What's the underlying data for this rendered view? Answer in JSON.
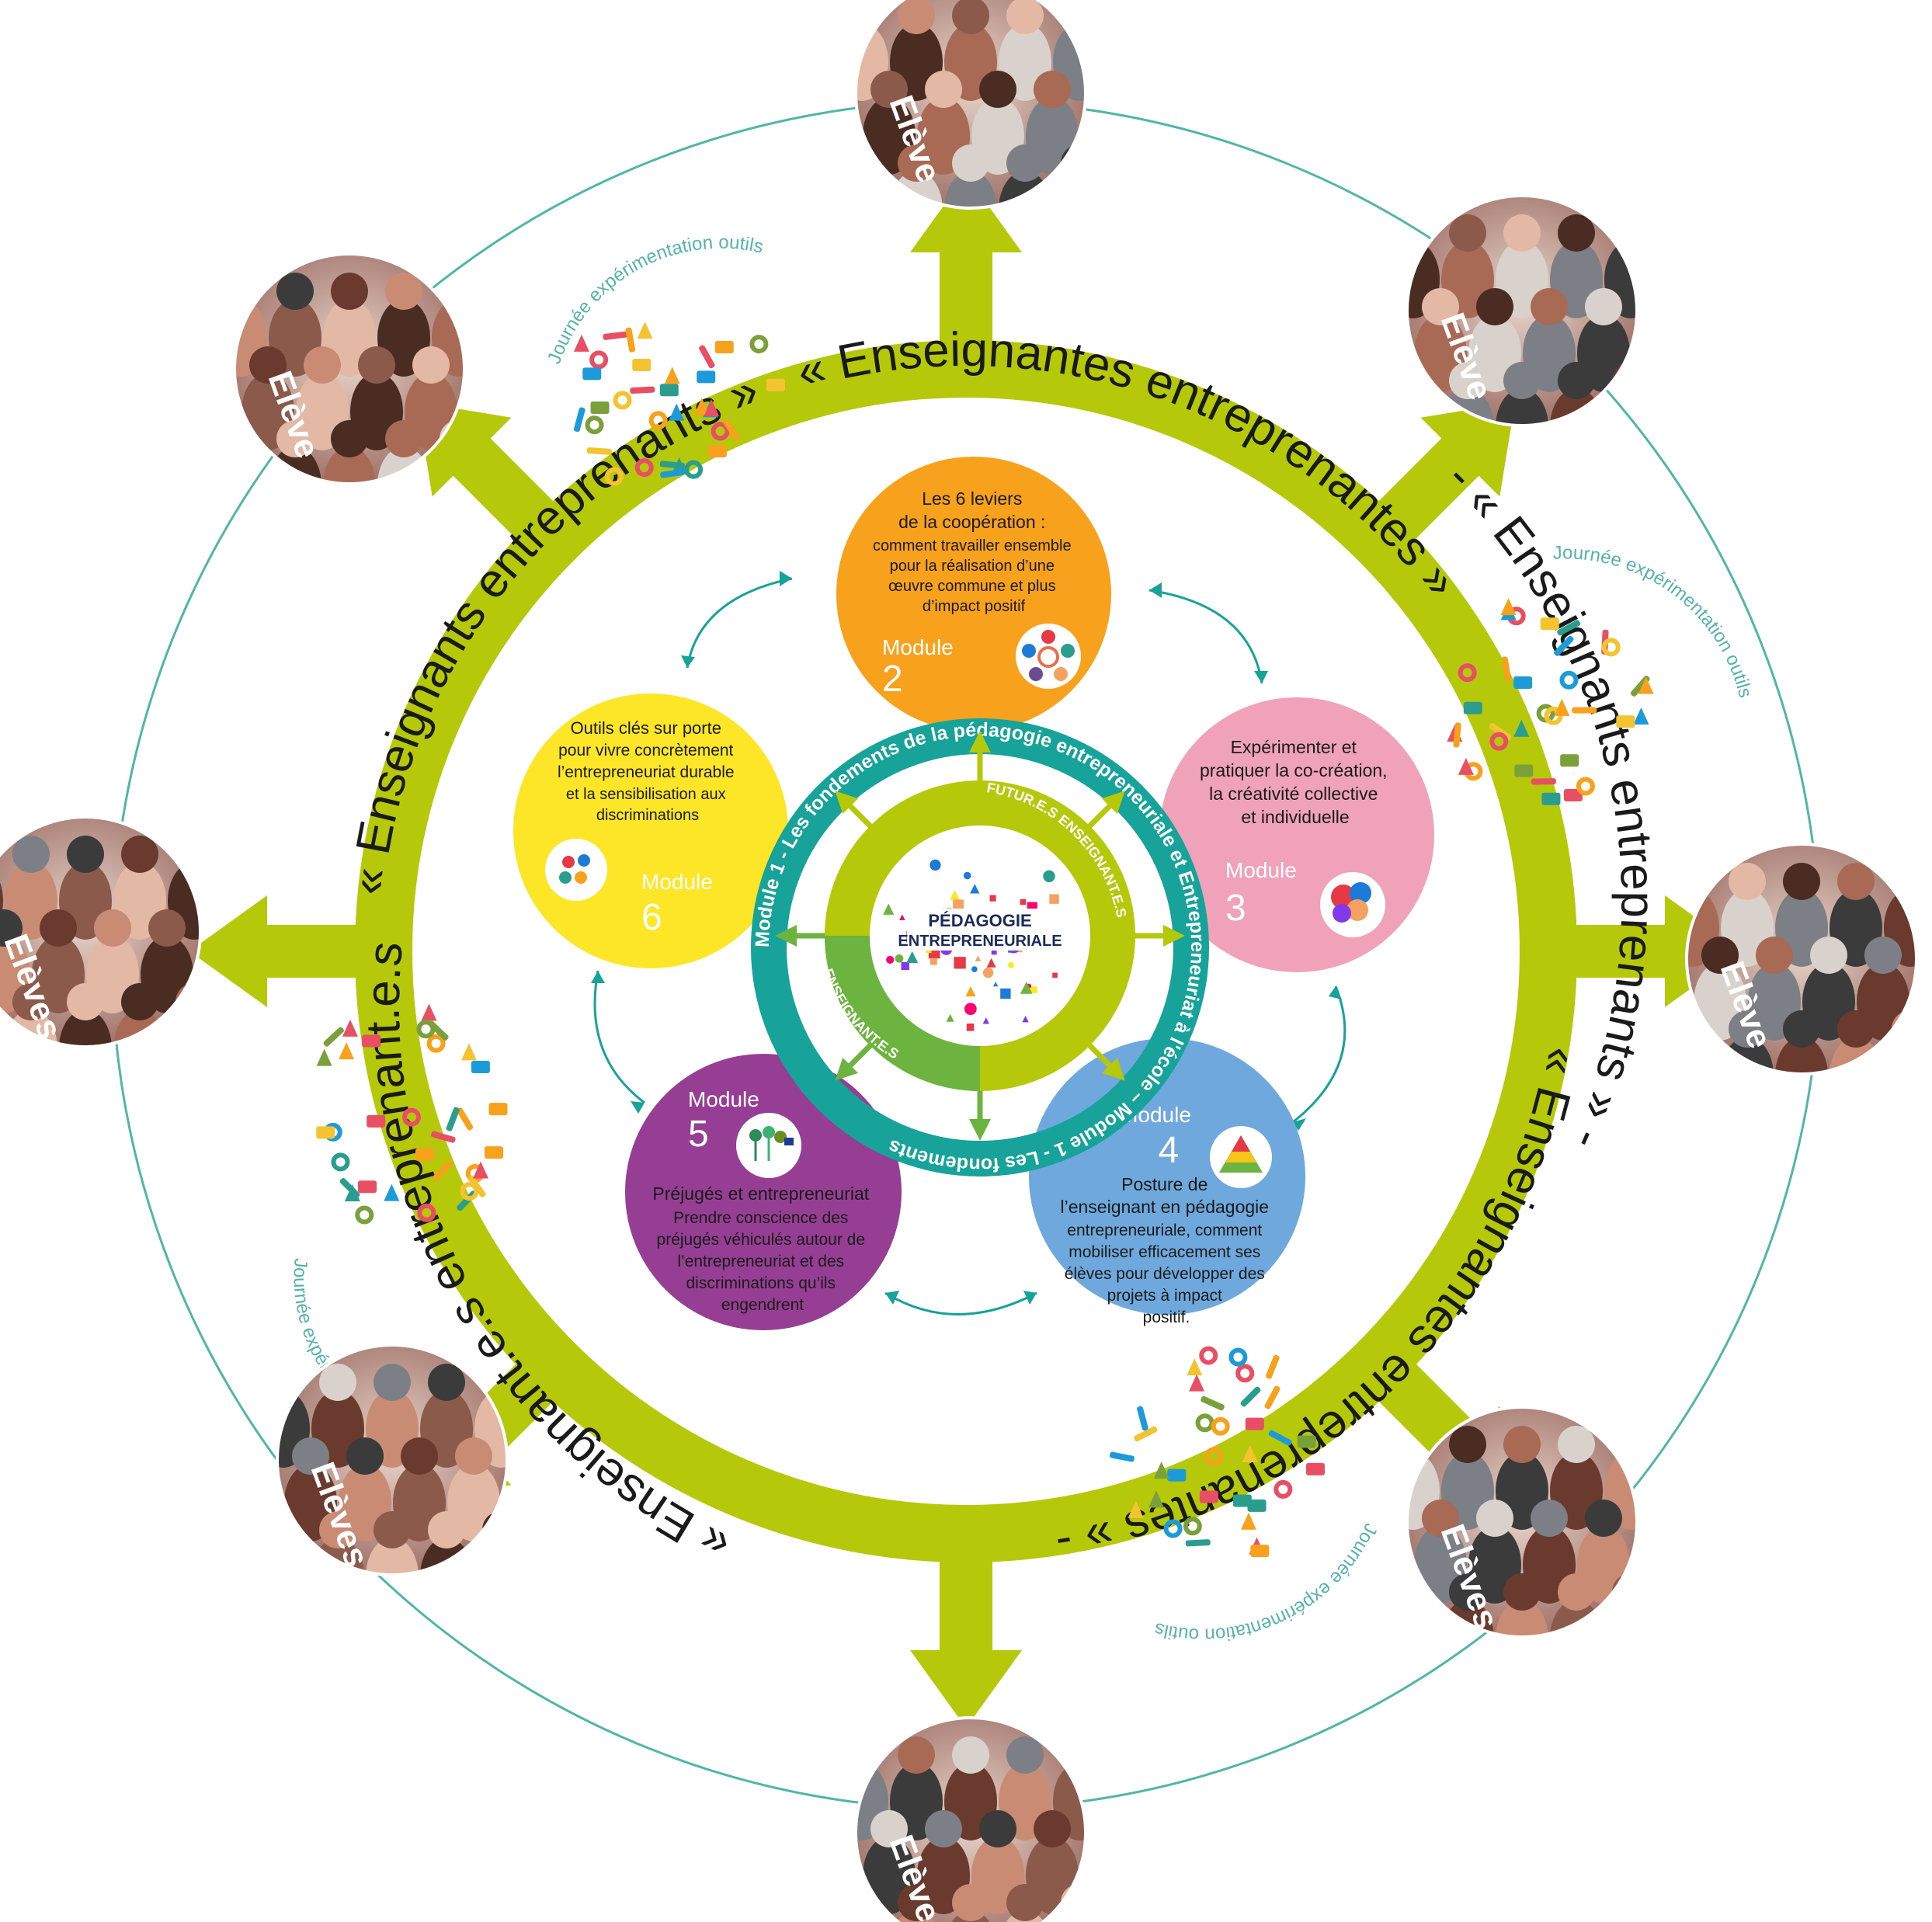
{
  "colors": {
    "lime": "#b5c90a",
    "teal": "#17a29a",
    "outer_circle": "#4fb6a8",
    "journee_text": "#54b4aa",
    "module2": "#f7a11c",
    "module3": "#f0a2bb",
    "module4": "#6fa8dc",
    "module5": "#953e93",
    "module6": "#fde628",
    "center_dark_green": "#6db33f",
    "eleve_text": "#ffffff"
  },
  "outer_ring": {
    "text_top_left": "« Enseignants entreprenants »",
    "separator": "-",
    "text_top_right": "« Enseignantes entreprenantes »",
    "text_right": "« Enseignants entreprenants »",
    "text_bottom": "« Enseignantes entreprenantes »",
    "text_bottom_left": "« Enseignant.e.s entreprenant.e.s »"
  },
  "inner_ring": {
    "text": "Module 1 - Les fondements de la pédagogie entrepreneuriale et Entrepreneuriat à l'école – Module 1 - Les fondements"
  },
  "center": {
    "logo_line1": "PÉDAGOGIE",
    "logo_line2": "ENTREPRENEURIALE",
    "arc_future": "FUTUR.E.S ENSEIGNANT.E.S",
    "arc_current": "ENSEIGNANT.E.S"
  },
  "modules": {
    "m2": {
      "label": "Module",
      "number": "2",
      "lines": [
        "Les 6 leviers",
        "de la coopération :",
        "comment travailler ensemble",
        "pour la réalisation d’une",
        "œuvre commune et plus",
        "d’impact positif"
      ],
      "icon": "cooperation-people-icon"
    },
    "m3": {
      "label": "Module",
      "number": "3",
      "lines": [
        "Expérimenter et",
        "pratiquer la co-création,",
        "la créativité collective",
        "et individuelle"
      ],
      "icon": "creative-head-icon"
    },
    "m4": {
      "label": "Module",
      "number": "4",
      "lines": [
        "Posture de",
        "l’enseignant en pédagogie",
        "entrepreneuriale, comment",
        "mobiliser efficacement ses",
        "élèves pour développer des",
        "projets à impact",
        "positif."
      ],
      "icon": "pyramid-icon"
    },
    "m5": {
      "label": "Module",
      "number": "5",
      "lines": [
        "Préjugés et entrepreneuriat",
        "Prendre conscience des",
        "préjugés véhiculés autour de",
        "l’entrepreneuriat et des",
        "discriminations qu’ils",
        "engendrent"
      ],
      "icon": "characters-icon"
    },
    "m6": {
      "label": "Module",
      "number": "6",
      "lines": [
        "Outils clés sur porte",
        "pour vivre concrètement",
        "l’entrepreneuriat durable",
        "et la sensibilisation aux",
        "discriminations"
      ],
      "icon": "tools-cluster-icon"
    }
  },
  "journee": {
    "label": "Journée expérimentation outils",
    "icon": "tools-icon"
  },
  "people_nodes": {
    "top": "Elève",
    "top_right": "Elève",
    "right": "Elève",
    "bottom_right": "Elèves",
    "bottom": "Elève",
    "bottom_left": "Elèves",
    "left": "Elèves",
    "top_left": "Elève",
    "icon": "crowd-people-icon"
  }
}
